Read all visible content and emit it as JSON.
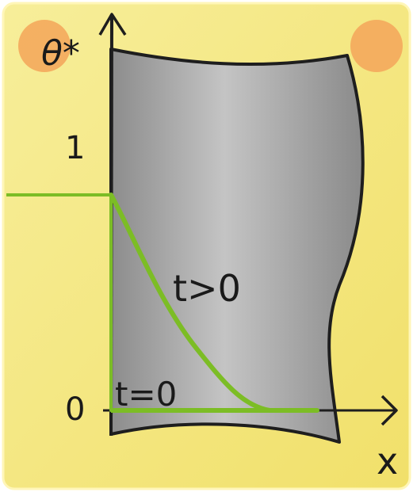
{
  "diagram": {
    "y_axis_label": "θ*",
    "x_axis_label": "x",
    "tick_labels": {
      "one": "1",
      "zero": "0"
    },
    "curve_labels": {
      "after": "t>0",
      "initial": "t=0"
    }
  },
  "colors": {
    "card_background": "#f5e98a",
    "card_border": "#fff6b8",
    "corner_dot": "#f4a95c",
    "slab_gray": "#b9b9b9",
    "slab_outline": "#1e1e1e",
    "curve_green": "#7cbd25",
    "ink": "#1a1a1a"
  }
}
